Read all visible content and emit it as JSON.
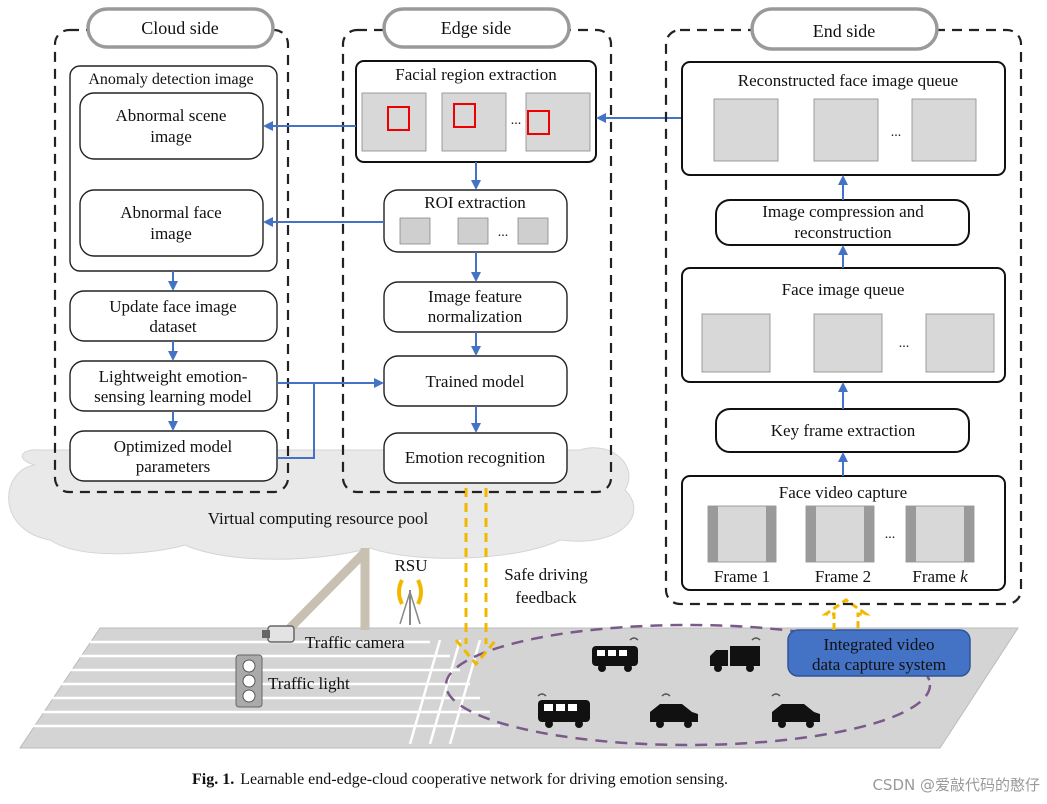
{
  "pills": {
    "cloud": "Cloud side",
    "edge": "Edge side",
    "end": "End side"
  },
  "cloud": {
    "anomaly_title": "Anomaly detection image",
    "abnormal_scene": [
      "Abnormal scene",
      "image"
    ],
    "abnormal_face": [
      "Abnormal face",
      "image"
    ],
    "update": [
      "Update face image",
      "dataset"
    ],
    "lightweight": [
      "Lightweight emotion-",
      "sensing learning model"
    ],
    "optimized": [
      "Optimized model",
      "parameters"
    ]
  },
  "edge": {
    "facial_region": "Facial region extraction",
    "roi": "ROI extraction",
    "normalization": [
      "Image feature",
      "normalization"
    ],
    "trained": "Trained model",
    "emotion": "Emotion recognition",
    "dots": "..."
  },
  "end": {
    "reconstructed_queue": "Reconstructed face image queue",
    "compression": [
      "Image compression and",
      "reconstruction"
    ],
    "face_queue": "Face image queue",
    "key_frame": "Key frame extraction",
    "video_capture": "Face video capture",
    "frames": [
      "Frame 1",
      "Frame 2",
      "Frame "
    ],
    "frame_k": "k",
    "dots": "..."
  },
  "scene": {
    "resource_pool": "Virtual computing resource pool",
    "rsu": "RSU",
    "feedback": [
      "Safe driving",
      "feedback"
    ],
    "camera": "Traffic camera",
    "light": "Traffic light",
    "integrated": [
      "Integrated video",
      "data capture system"
    ]
  },
  "caption": {
    "label": "Fig. 1.",
    "text": "Learnable end-edge-cloud cooperative network for driving emotion sensing."
  },
  "watermark": "CSDN @爱敲代码的憨仔",
  "colors": {
    "arrow": "#4472c4",
    "feedback": "#f2b800",
    "integrated": "#4472c4",
    "cloud": "#e9e9e9",
    "road": "#d4d4d4"
  }
}
